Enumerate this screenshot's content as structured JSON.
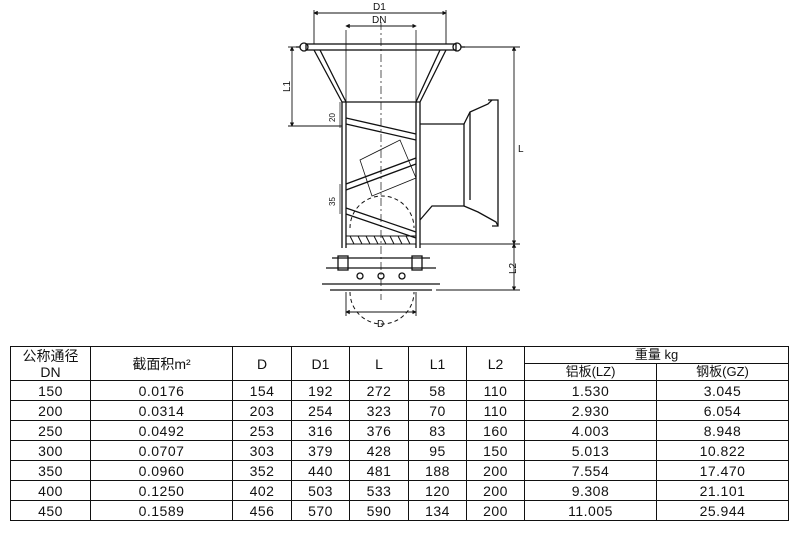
{
  "diagram": {
    "labels": {
      "d1": "D1",
      "dn": "DN",
      "l1": "L1",
      "l": "L",
      "l2": "L2",
      "d": "D",
      "gap_upper": "20",
      "gap_lower": "35"
    }
  },
  "table": {
    "header": {
      "dn_line1": "公称通径",
      "dn_line2": "DN",
      "area": "截面积m²",
      "d": "D",
      "d1": "D1",
      "l": "L",
      "l1": "L1",
      "l2": "L2",
      "weight": "重量  kg",
      "weight_al": "铝板(LZ)",
      "weight_steel": "钢板(GZ)"
    },
    "rows": [
      {
        "dn": "150",
        "area": "0.0176",
        "d": "154",
        "d1": "192",
        "l": "272",
        "l1": "58",
        "l2": "110",
        "lz": "1.530",
        "gz": "3.045"
      },
      {
        "dn": "200",
        "area": "0.0314",
        "d": "203",
        "d1": "254",
        "l": "323",
        "l1": "70",
        "l2": "110",
        "lz": "2.930",
        "gz": "6.054"
      },
      {
        "dn": "250",
        "area": "0.0492",
        "d": "253",
        "d1": "316",
        "l": "376",
        "l1": "83",
        "l2": "160",
        "lz": "4.003",
        "gz": "8.948"
      },
      {
        "dn": "300",
        "area": "0.0707",
        "d": "303",
        "d1": "379",
        "l": "428",
        "l1": "95",
        "l2": "150",
        "lz": "5.013",
        "gz": "10.822"
      },
      {
        "dn": "350",
        "area": "0.0960",
        "d": "352",
        "d1": "440",
        "l": "481",
        "l1": "188",
        "l2": "200",
        "lz": "7.554",
        "gz": "17.470"
      },
      {
        "dn": "400",
        "area": "0.1250",
        "d": "402",
        "d1": "503",
        "l": "533",
        "l1": "120",
        "l2": "200",
        "lz": "9.308",
        "gz": "21.101"
      },
      {
        "dn": "450",
        "area": "0.1589",
        "d": "456",
        "d1": "570",
        "l": "590",
        "l1": "134",
        "l2": "200",
        "lz": "11.005",
        "gz": "25.944"
      }
    ]
  }
}
